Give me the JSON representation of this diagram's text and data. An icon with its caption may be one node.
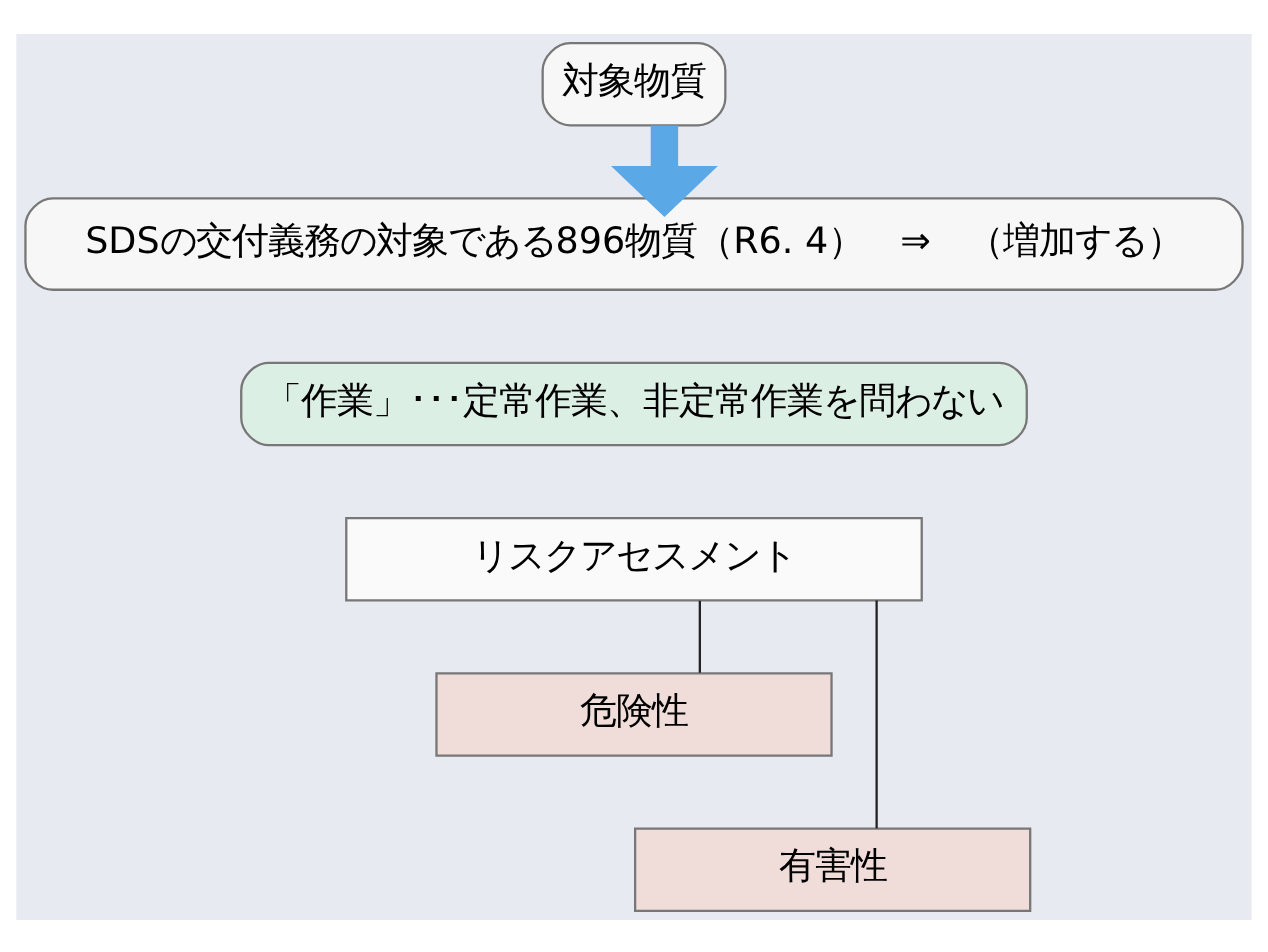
{
  "diagram": {
    "nodes": [
      {
        "text": [
          "対象物質"
        ]
      },
      {
        "text": [
          "SDSの交付義務の対象である896物質（R6. 4）　⇒　（増加する）"
        ]
      },
      {
        "text": [
          "「作業」･･･定常作業、非定常作業を問わない"
        ]
      },
      {
        "text": [
          "リスクアセスメント"
        ]
      },
      {
        "text": [
          "危険性"
        ]
      },
      {
        "text": [
          "有害性"
        ]
      }
    ],
    "edges": [
      {
        "from": 0,
        "to": 1,
        "arrow": "to",
        "style": "thick",
        "color": "#5aa8e6"
      },
      {
        "from": 3,
        "to": 4,
        "arrow": "none"
      },
      {
        "from": 3,
        "to": 5,
        "arrow": "none"
      }
    ]
  }
}
